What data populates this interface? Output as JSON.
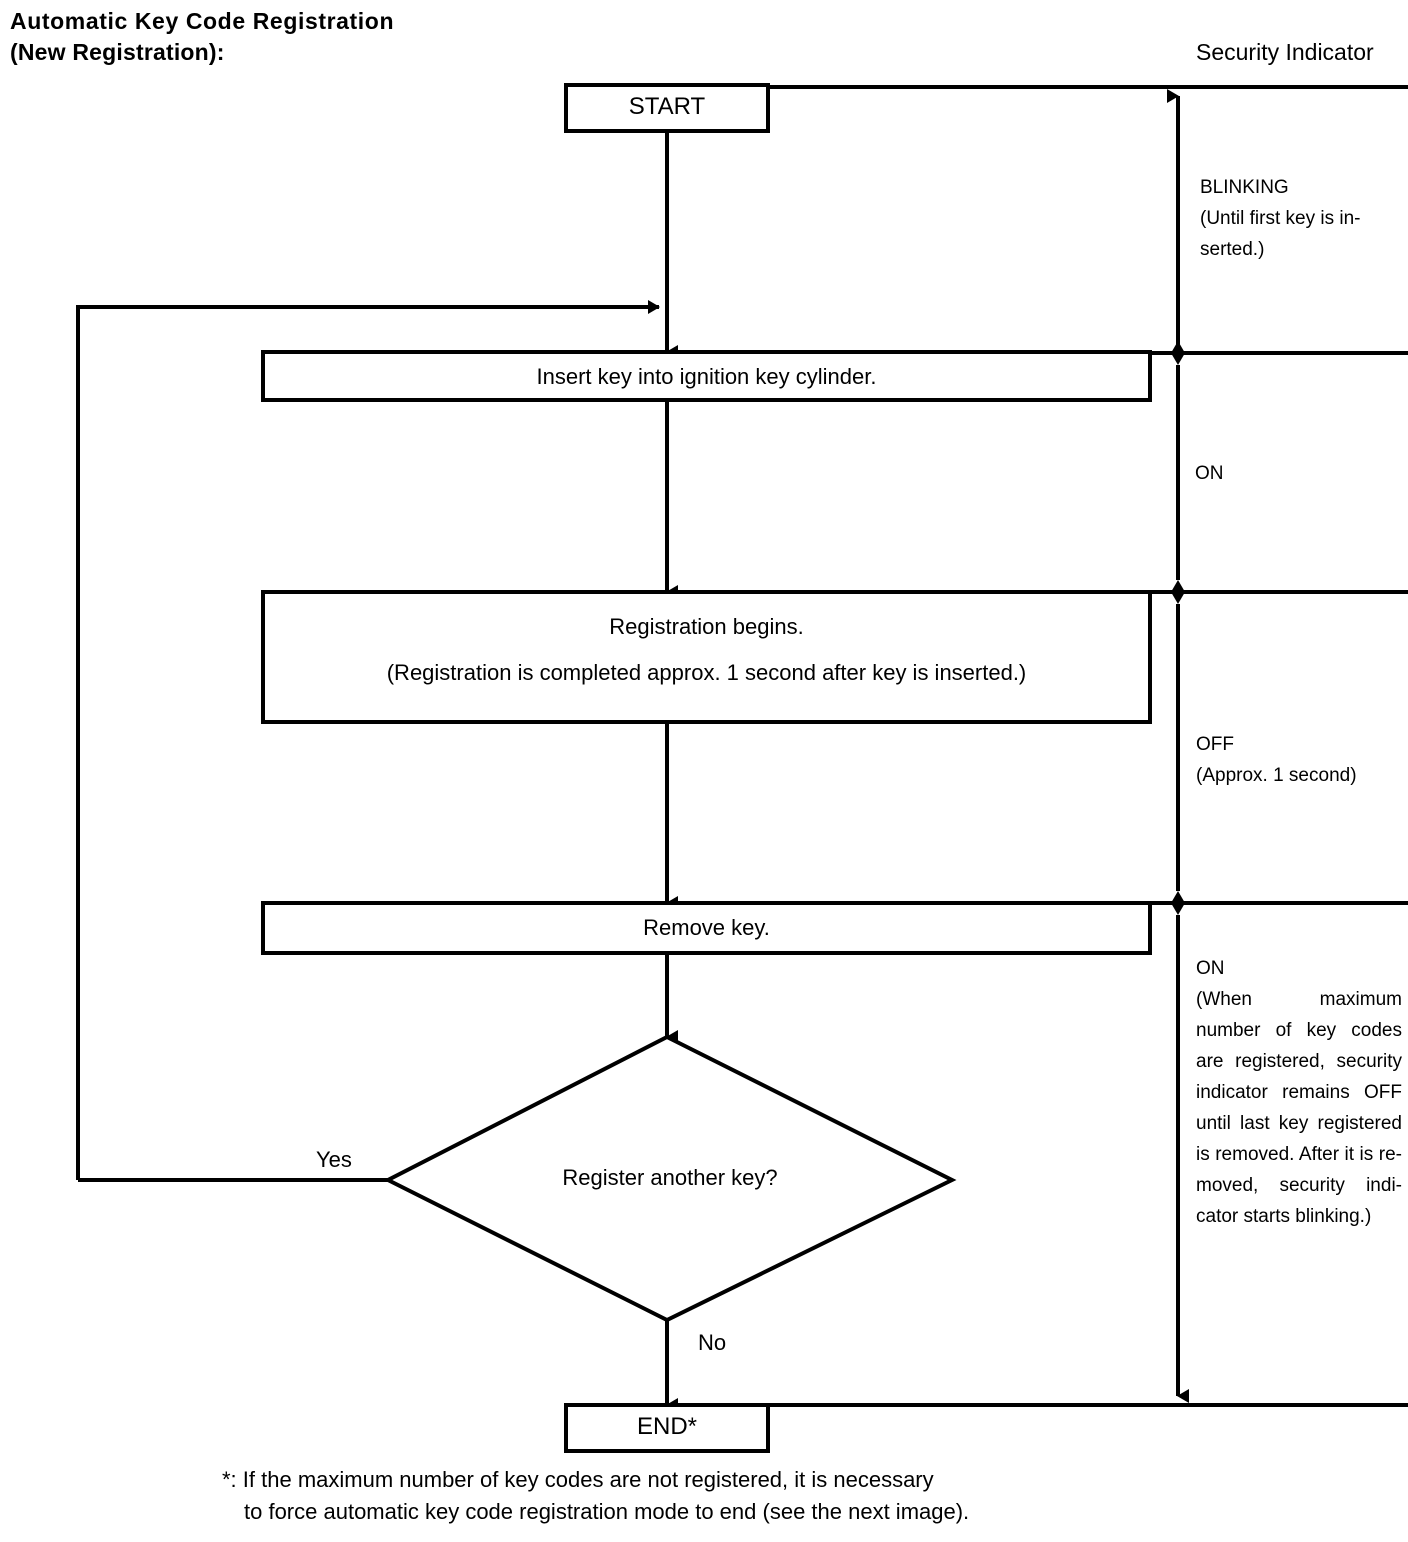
{
  "title": {
    "line1": "Automatic Key Code Registration",
    "line2": "(New Registration):"
  },
  "security_column": {
    "heading": "Security Indicator",
    "phases": [
      {
        "state": "BLINKING",
        "detail": "(Until first key is in-serted.)",
        "detail_display": "(Until first key is in-"
      },
      {
        "state": "ON",
        "detail": ""
      },
      {
        "state": "OFF",
        "detail": "(Approx. 1 second)"
      },
      {
        "state": "ON",
        "detail": "(When maximum number of key codes are registered, security indicator remains OFF until last key registered is removed. After it is removed, security indicator starts blinking.)"
      }
    ],
    "blinking_line1": "BLINKING",
    "blinking_line2": "(Until first key is in-",
    "blinking_line3": "serted.)",
    "on1": "ON",
    "off_line1": "OFF",
    "off_line2": "(Approx. 1 second)",
    "on2_line1": "ON",
    "on2_body": "(When maximum number of key codes are registered, secu&shy;rity indicator remains OFF until last key registered is re&shy;moved. After it is re&shy;moved, security indi&shy;cator starts blinking.)"
  },
  "flow": {
    "start": "START",
    "insert": "Insert key into ignition key cylinder.",
    "registration_line1": "Registration begins.",
    "registration_line2": "(Registration is completed approx. 1 second after key is inserted.)",
    "remove": "Remove key.",
    "decision": "Register another key?",
    "branch_yes": "Yes",
    "branch_no": "No",
    "end": "END*"
  },
  "footnote": {
    "line1": "*: If the maximum number of key codes are not registered, it is necessary",
    "line2": "to force automatic key code registration mode to end (see the next image)."
  },
  "colors": {
    "ink": "#000000",
    "paper": "#ffffff"
  }
}
